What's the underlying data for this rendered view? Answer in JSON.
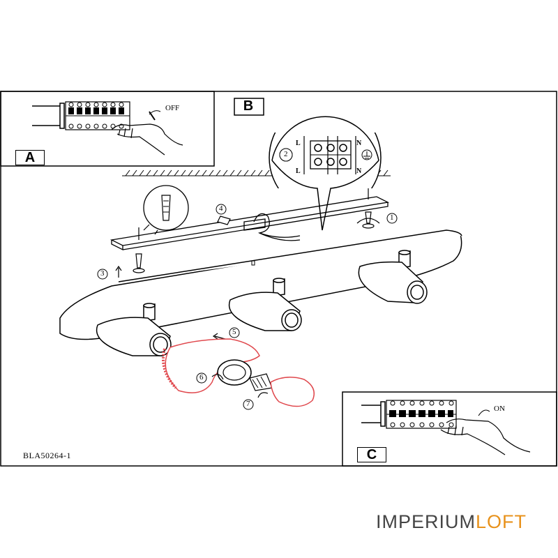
{
  "panels": {
    "a_label": "A",
    "b_label": "B",
    "c_label": "C",
    "off_text": "OFF",
    "on_text": "ON"
  },
  "terminal": {
    "left_top": "L",
    "right_top": "N",
    "left_bottom": "L",
    "right_bottom": "N"
  },
  "steps": [
    "1",
    "2",
    "3",
    "4",
    "5",
    "6",
    "7"
  ],
  "model_code": "BLA50264-1",
  "brand": {
    "part1": "IMPERIUM",
    "part2": "LOFT",
    "color1": "#444444",
    "color2": "#e8921c"
  },
  "colors": {
    "shade_highlight": "#e0484d"
  }
}
